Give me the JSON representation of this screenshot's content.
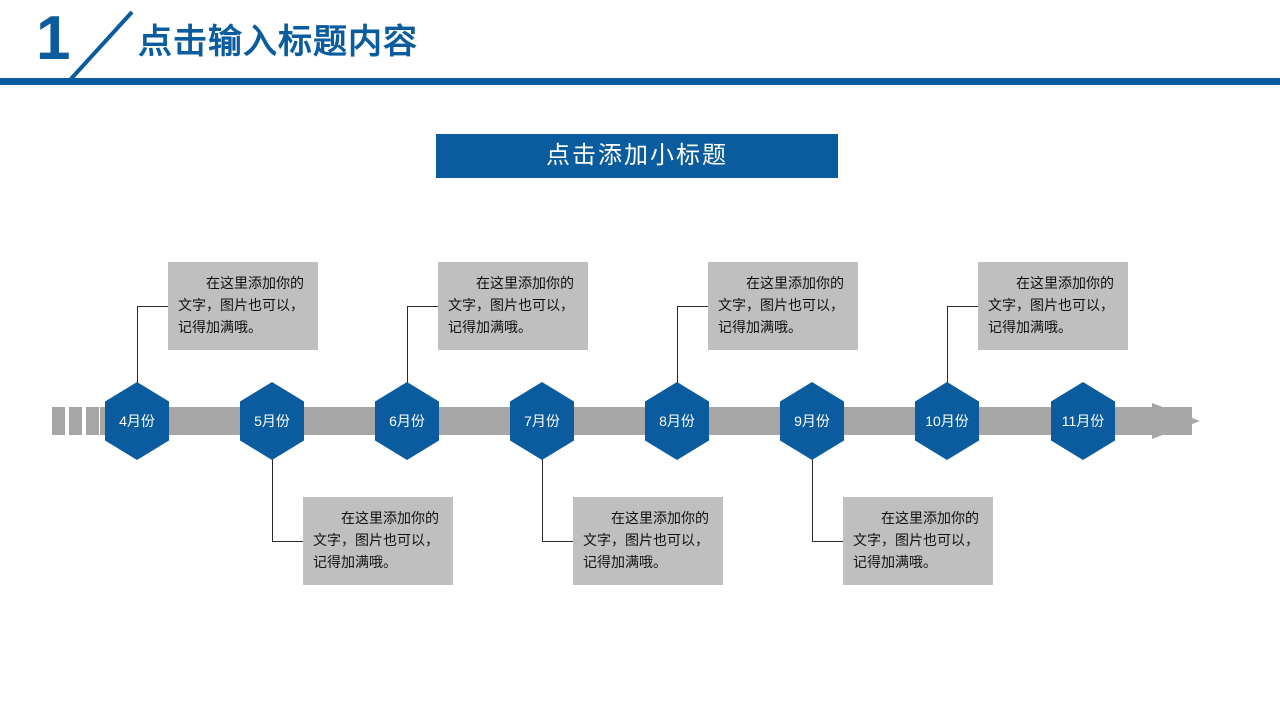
{
  "header": {
    "number": "1",
    "title": "点击输入标题内容",
    "accent_color": "#0A5C9E"
  },
  "subtitle": {
    "label": "点击添加小标题",
    "background_color": "#0A5C9E",
    "text_color": "#FFFFFF"
  },
  "timeline": {
    "bar_color": "#A6A6A6",
    "node_color": "#0A5C9E",
    "callout_color": "#BFBFBF",
    "nodes": [
      {
        "label": "4月份",
        "position": "top"
      },
      {
        "label": "5月份",
        "position": "bottom"
      },
      {
        "label": "6月份",
        "position": "top"
      },
      {
        "label": "7月份",
        "position": "bottom"
      },
      {
        "label": "8月份",
        "position": "top"
      },
      {
        "label": "9月份",
        "position": "bottom"
      },
      {
        "label": "10月份",
        "position": "top"
      },
      {
        "label": "11月份",
        "position": "top"
      }
    ],
    "callouts_top": [
      {
        "text": "在这里添加你的文字，图片也可以，记得加满哦。"
      },
      {
        "text": "在这里添加你的文字，图片也可以，记得加满哦。"
      },
      {
        "text": "在这里添加你的文字，图片也可以，记得加满哦。"
      },
      {
        "text": "在这里添加你的文字，图片也可以，记得加满哦。"
      }
    ],
    "callouts_bottom": [
      {
        "text": "在这里添加你的文字，图片也可以，记得加满哦。"
      },
      {
        "text": "在这里添加你的文字，图片也可以，记得加满哦。"
      },
      {
        "text": "在这里添加你的文字，图片也可以，记得加满哦。"
      }
    ]
  }
}
